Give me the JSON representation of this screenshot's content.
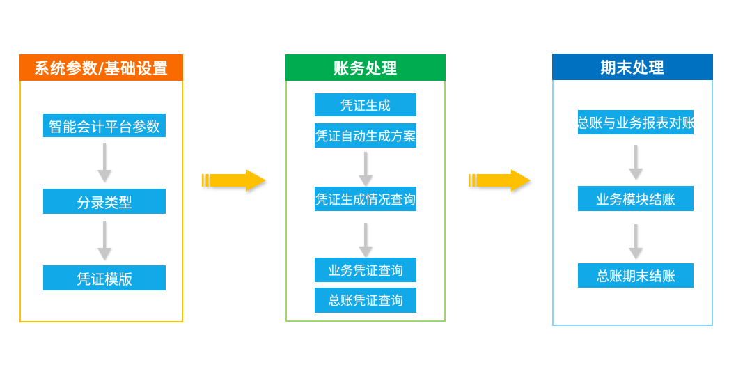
{
  "diagram": {
    "columns": [
      {
        "title": "系统参数/基础设置",
        "header_color": "#F96B00",
        "border_color": "#FFC000",
        "items": [
          "智能会计平台参数",
          "分录类型",
          "凭证模版"
        ]
      },
      {
        "title": "账务处理",
        "header_color": "#00AC50",
        "border_color": "#9FD668",
        "items": [
          "凭证生成",
          "凭证自动生成方案",
          "凭证生成情况查询",
          "业务凭证查询",
          "总账凭证查询"
        ]
      },
      {
        "title": "期末处理",
        "header_color": "#0070C0",
        "border_color": "#86D7F8",
        "items": [
          "总账与业务报表对账",
          "业务模块结账",
          "总账期末结账"
        ]
      }
    ],
    "colors": {
      "background": "#FFFFFF",
      "item_bg": "#12A9E8",
      "item_text": "#FFFFFF",
      "header_text": "#FFFFFF",
      "flow_arrow": "#FFC000",
      "down_arrow": "#C7C7C7"
    }
  }
}
